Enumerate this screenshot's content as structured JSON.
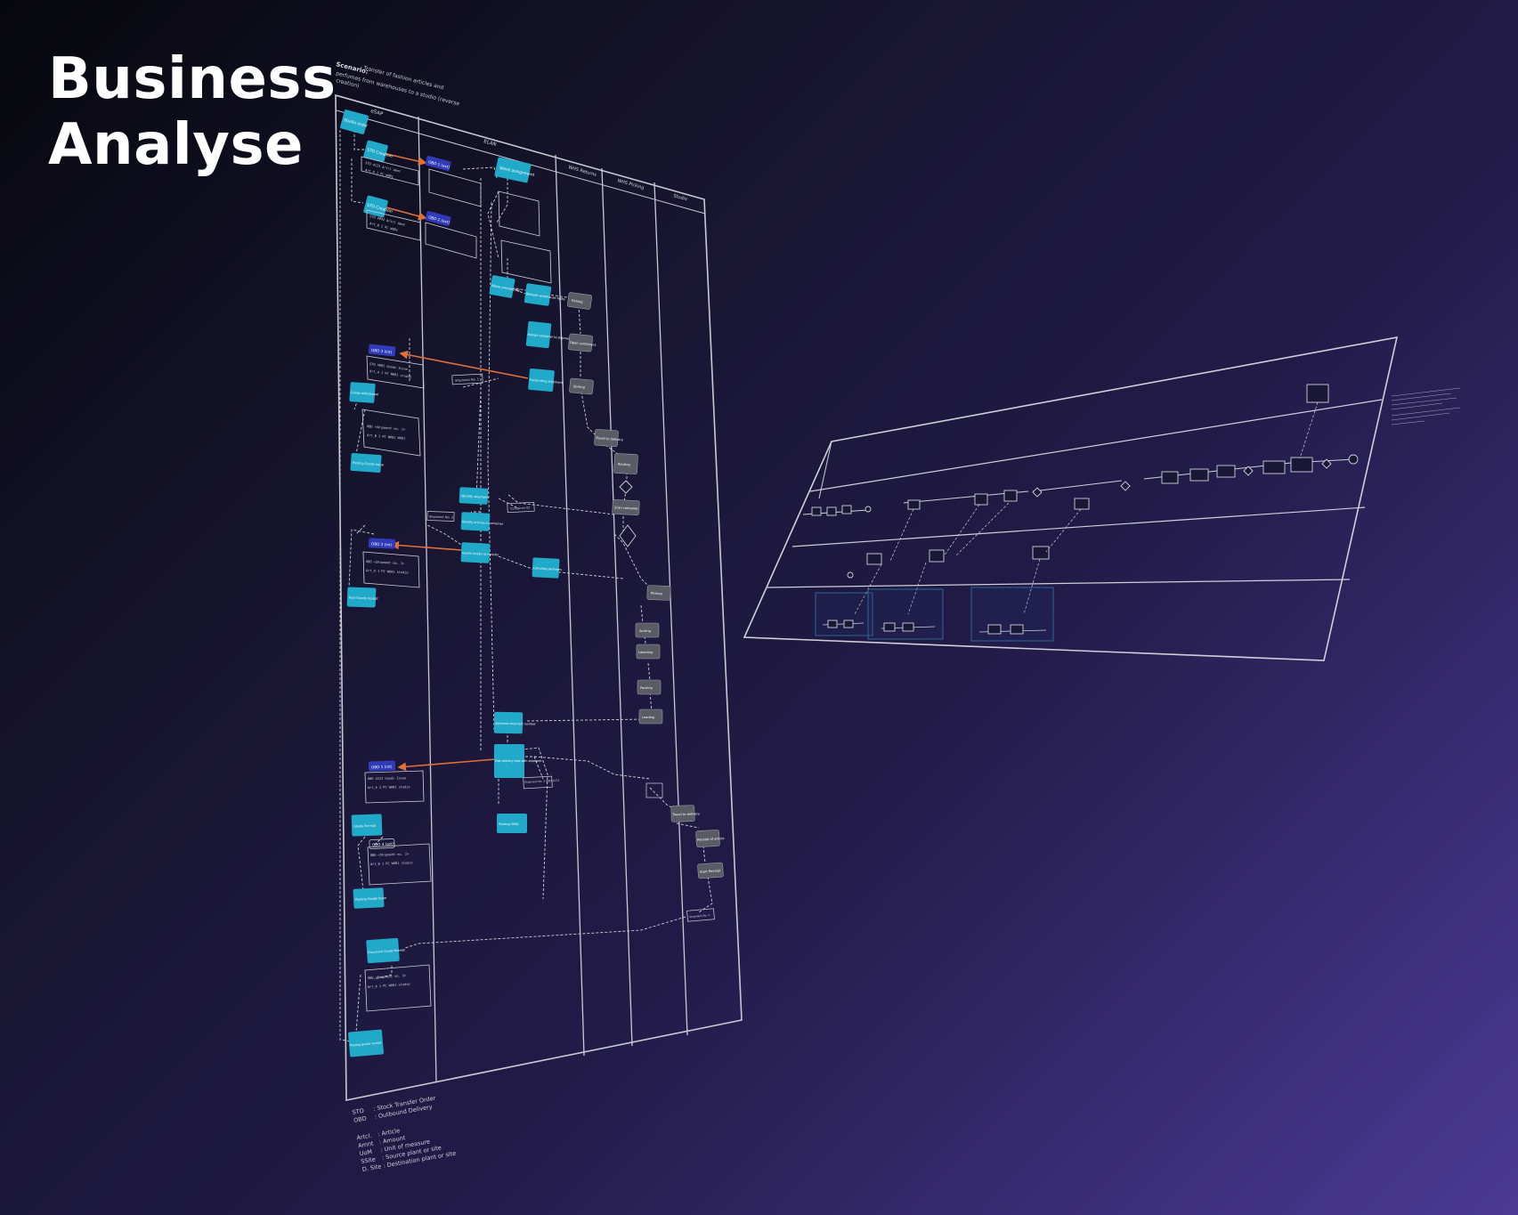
{
  "page": {
    "title_line1": "Business",
    "title_line2": "Analyse"
  },
  "diagram_left": {
    "scenario_label": "Scenario:",
    "scenario_text": "Transfer of fashion articles and perfumes from warehouses to a studio (reverse creation)",
    "lanes": [
      "eSAP",
      "ELAN",
      "WHS Returns",
      "WHS Picking",
      "Studio"
    ],
    "nodes": {
      "cyan": [
        "Studio order",
        "STO Creation",
        "STO Creation",
        "Wave assignment",
        "Wave processing",
        "Release warehouse tasks",
        "Assign container to shipment",
        "Generating shipment",
        "Goods withdrawal",
        "Posting Goods Issue",
        "Identify shipment",
        "Identify articles in container",
        "Goods receipt at transfer",
        "Calculate packages",
        "Post Goods receipt",
        "Generate shipment number",
        "Post delivery note with shipment",
        "Posting GRID",
        "Goods Receipt",
        "Posting Goods Issue",
        "Document Goods Receipt",
        "Posting goods receipt"
      ],
      "dark": [
        "Picking",
        "Open containers",
        "Sorting",
        "Travel to delivery",
        "Routing",
        "Scan container",
        "Picking",
        "Sorting",
        "Labelling",
        "Packing",
        "Loading",
        "Travel to delivery",
        "Receipt of article",
        "Start Receipt"
      ],
      "blue": [
        "OBD 1 (ext)",
        "OBD 2 (ext)",
        "OBD 3 (int)",
        "OBD 3 (int)",
        "OBD 1 (int)",
        "OBD 4 (ext)"
      ],
      "tags": [
        "Shipment No. 1",
        "Container ID",
        "Shipment No. 2",
        "Shipment No. 2 OBD 4123",
        "Shipment No. 3"
      ]
    },
    "legend": [
      {
        "abbr": "STO",
        "desc": ": Stock Transfer Order"
      },
      {
        "abbr": "OBD",
        "desc": ": Outbound Delivery"
      },
      {
        "abbr": "Artcl.",
        "desc": ": Article"
      },
      {
        "abbr": "Amnt",
        "desc": ": Amount"
      },
      {
        "abbr": "UoM",
        "desc": ": Unit of measure"
      },
      {
        "abbr": "SSite",
        "desc": ": Source plant or site"
      },
      {
        "abbr": "D. Site",
        "desc": ": Destination plant or site"
      }
    ]
  },
  "colors": {
    "cyan_node": "#21a9c9",
    "blue_node": "#2f3bb8",
    "dark_node": "#5b5b66",
    "arrow_orange": "#e0713a",
    "line": "#d8d8e0",
    "title": "#ffffff"
  }
}
